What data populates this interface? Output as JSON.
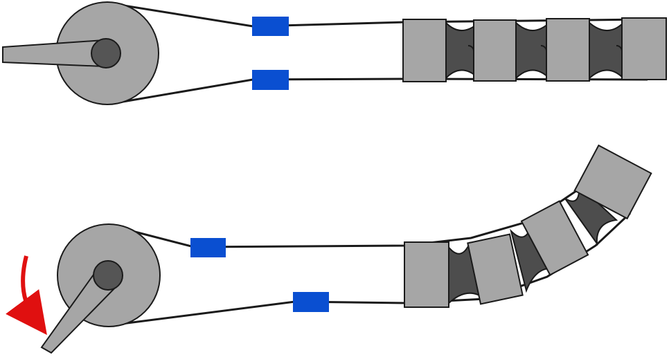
{
  "colors": {
    "background": "#ffffff",
    "pulley": "#a6a6a6",
    "hub": "#555555",
    "outline": "#1a1a1a",
    "cable": "#1a1a1a",
    "block": "#a6a6a6",
    "flexure": "#4d4d4d",
    "marker": "#0a4fd1",
    "arrow": "#e01010"
  },
  "panels": [
    {
      "id": "straight",
      "state": "neutral",
      "lever": "horizontal",
      "segments": 4,
      "markers": 2
    },
    {
      "id": "bent",
      "state": "actuated",
      "lever": "rotated-down",
      "segments": 4,
      "markers": 2,
      "rotation_arrow": "counterclockwise"
    }
  ],
  "icons": [
    "pulley-icon",
    "lever-icon",
    "cable-marker-icon",
    "rotation-arrow-icon",
    "flexure-joint-icon"
  ]
}
